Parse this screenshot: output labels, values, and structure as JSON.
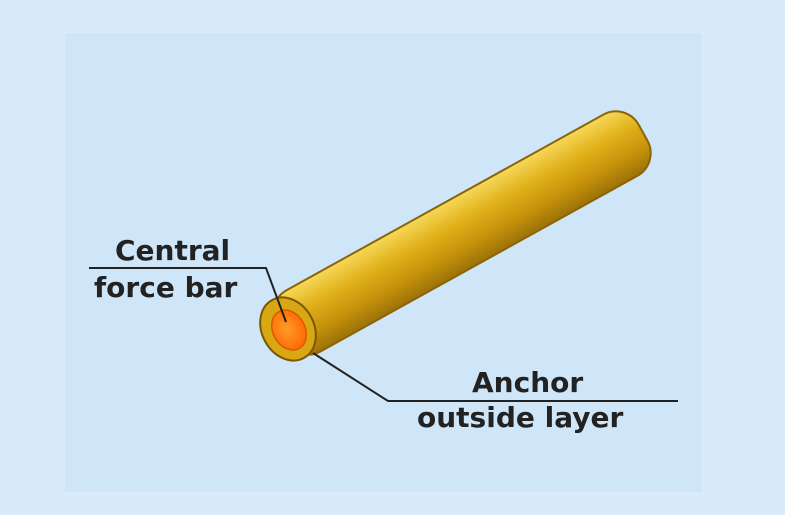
{
  "diagram": {
    "labels": {
      "central_force_bar_line1": "Central",
      "central_force_bar_line2": "force bar",
      "anchor_outside_layer_line1": "Anchor",
      "anchor_outside_layer_line2": "outside layer"
    },
    "colors": {
      "page_background": "#d9ebfa",
      "panel_background": "#cfe6f8",
      "rod_gold": "#e0b11a",
      "rod_gold_light": "#f7d85a",
      "rod_gold_dark": "#a87b0c",
      "core_orange": "#ff7a16",
      "line_color": "#222222"
    }
  }
}
